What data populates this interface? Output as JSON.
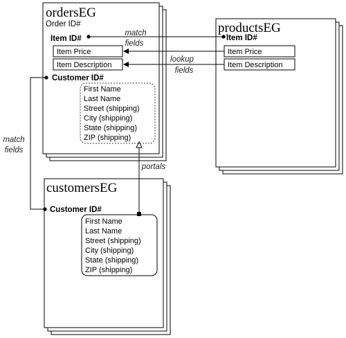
{
  "orders": {
    "title": "ordersEG",
    "subtitle": "Order ID#",
    "item_id": "Item ID#",
    "item_price": "Item Price",
    "item_description": "Item Description",
    "customer_id": "Customer ID#",
    "portal_fields": [
      "First Name",
      "Last Name",
      "Street (shipping)",
      "City (shipping)",
      "State (shipping)",
      "ZIP (shipping)"
    ]
  },
  "products": {
    "title": "productsEG",
    "item_id": "Item ID#",
    "item_price": "Item Price",
    "item_description": "Item Description"
  },
  "customers": {
    "title": "customersEG",
    "customer_id": "Customer ID#",
    "fields": [
      "First Name",
      "Last Name",
      "Street (shipping)",
      "City (shipping)",
      "State (shipping)",
      "ZIP (shipping)"
    ]
  },
  "labels": {
    "match_line1": "match",
    "match_line2": "fields",
    "lookup_line1": "lookup",
    "lookup_line2": "fields",
    "portals": "portals",
    "left_match_line1": "match",
    "left_match_line2": "fields"
  }
}
